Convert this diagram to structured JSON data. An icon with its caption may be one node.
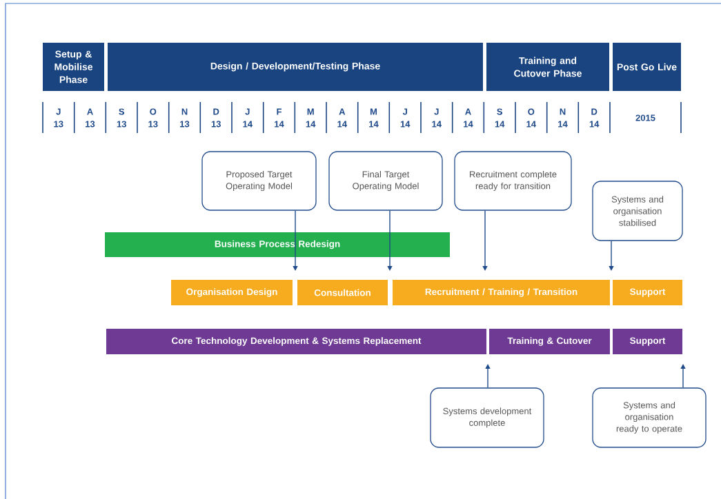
{
  "diagram": {
    "nodes": [
      {
        "text": [
          "Setup & Mobilise Phase"
        ]
      },
      {
        "text": [
          "Design / Development/Testing Phase"
        ]
      },
      {
        "text": [
          "Training and Cutover Phase"
        ]
      },
      {
        "text": [
          "Post Go Live"
        ]
      },
      {
        "text": [
          "Proposed Target Operating Model"
        ]
      },
      {
        "text": [
          "Final Target Operating Model"
        ]
      },
      {
        "text": [
          "Recruitment complete ready for transition"
        ]
      },
      {
        "text": [
          "Systems and organisation stabilised"
        ]
      },
      {
        "text": [
          "Business Process Redesign"
        ]
      },
      {
        "text": [
          "Organisation Design"
        ]
      },
      {
        "text": [
          "Consultation"
        ]
      },
      {
        "text": [
          "Recruitment / Training / Transition"
        ]
      },
      {
        "text": [
          "Support"
        ]
      },
      {
        "text": [
          "Core Technology Development & Systems Replacement"
        ]
      },
      {
        "text": [
          "Training & Cutover"
        ]
      },
      {
        "text": [
          "Support"
        ]
      },
      {
        "text": [
          "Systems development complete"
        ]
      },
      {
        "text": [
          "Systems and organisation ready to operate"
        ]
      }
    ],
    "edges": [
      {
        "from": 4,
        "to": null,
        "arrow": "to"
      },
      {
        "from": 5,
        "to": null,
        "arrow": "to"
      },
      {
        "from": 6,
        "to": null,
        "arrow": "to"
      },
      {
        "from": 7,
        "to": null,
        "arrow": "to"
      },
      {
        "from": 16,
        "to": null,
        "arrow": "to"
      },
      {
        "from": 17,
        "to": null,
        "arrow": "to"
      }
    ],
    "labels": [
      "J 13",
      "A 13",
      "S 13",
      "O 13",
      "N 13",
      "D 13",
      "J 14",
      "F 14",
      "M 14",
      "A 14",
      "M 14",
      "J 14",
      "J 14",
      "A 14",
      "S 14",
      "O 14",
      "N 14",
      "D 14",
      "2015"
    ]
  }
}
